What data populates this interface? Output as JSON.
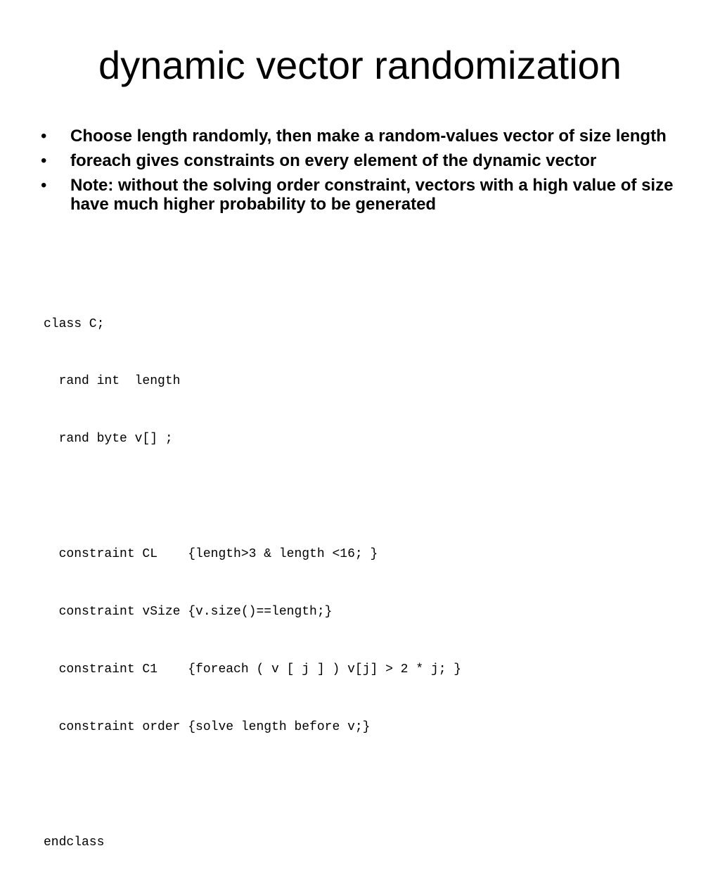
{
  "slide": {
    "title": "dynamic vector randomization",
    "bullets": [
      "Choose length randomly, then make a random-values vector of size length",
      "foreach gives constraints on every element of the dynamic vector",
      "Note: without the solving order constraint, vectors with a high value of size have much higher probability to be generated"
    ],
    "bullet_glyph": "•",
    "code_lines": [
      "class C;",
      "  rand int  length",
      "  rand byte v[] ;",
      "",
      "  constraint CL    {length>3 & length <16; }",
      "  constraint vSize {v.size()==length;}",
      "  constraint C1    {foreach ( v [ j ] ) v[j] > 2 * j; }",
      "  constraint order {solve length before v;}",
      "",
      "endclass"
    ]
  }
}
